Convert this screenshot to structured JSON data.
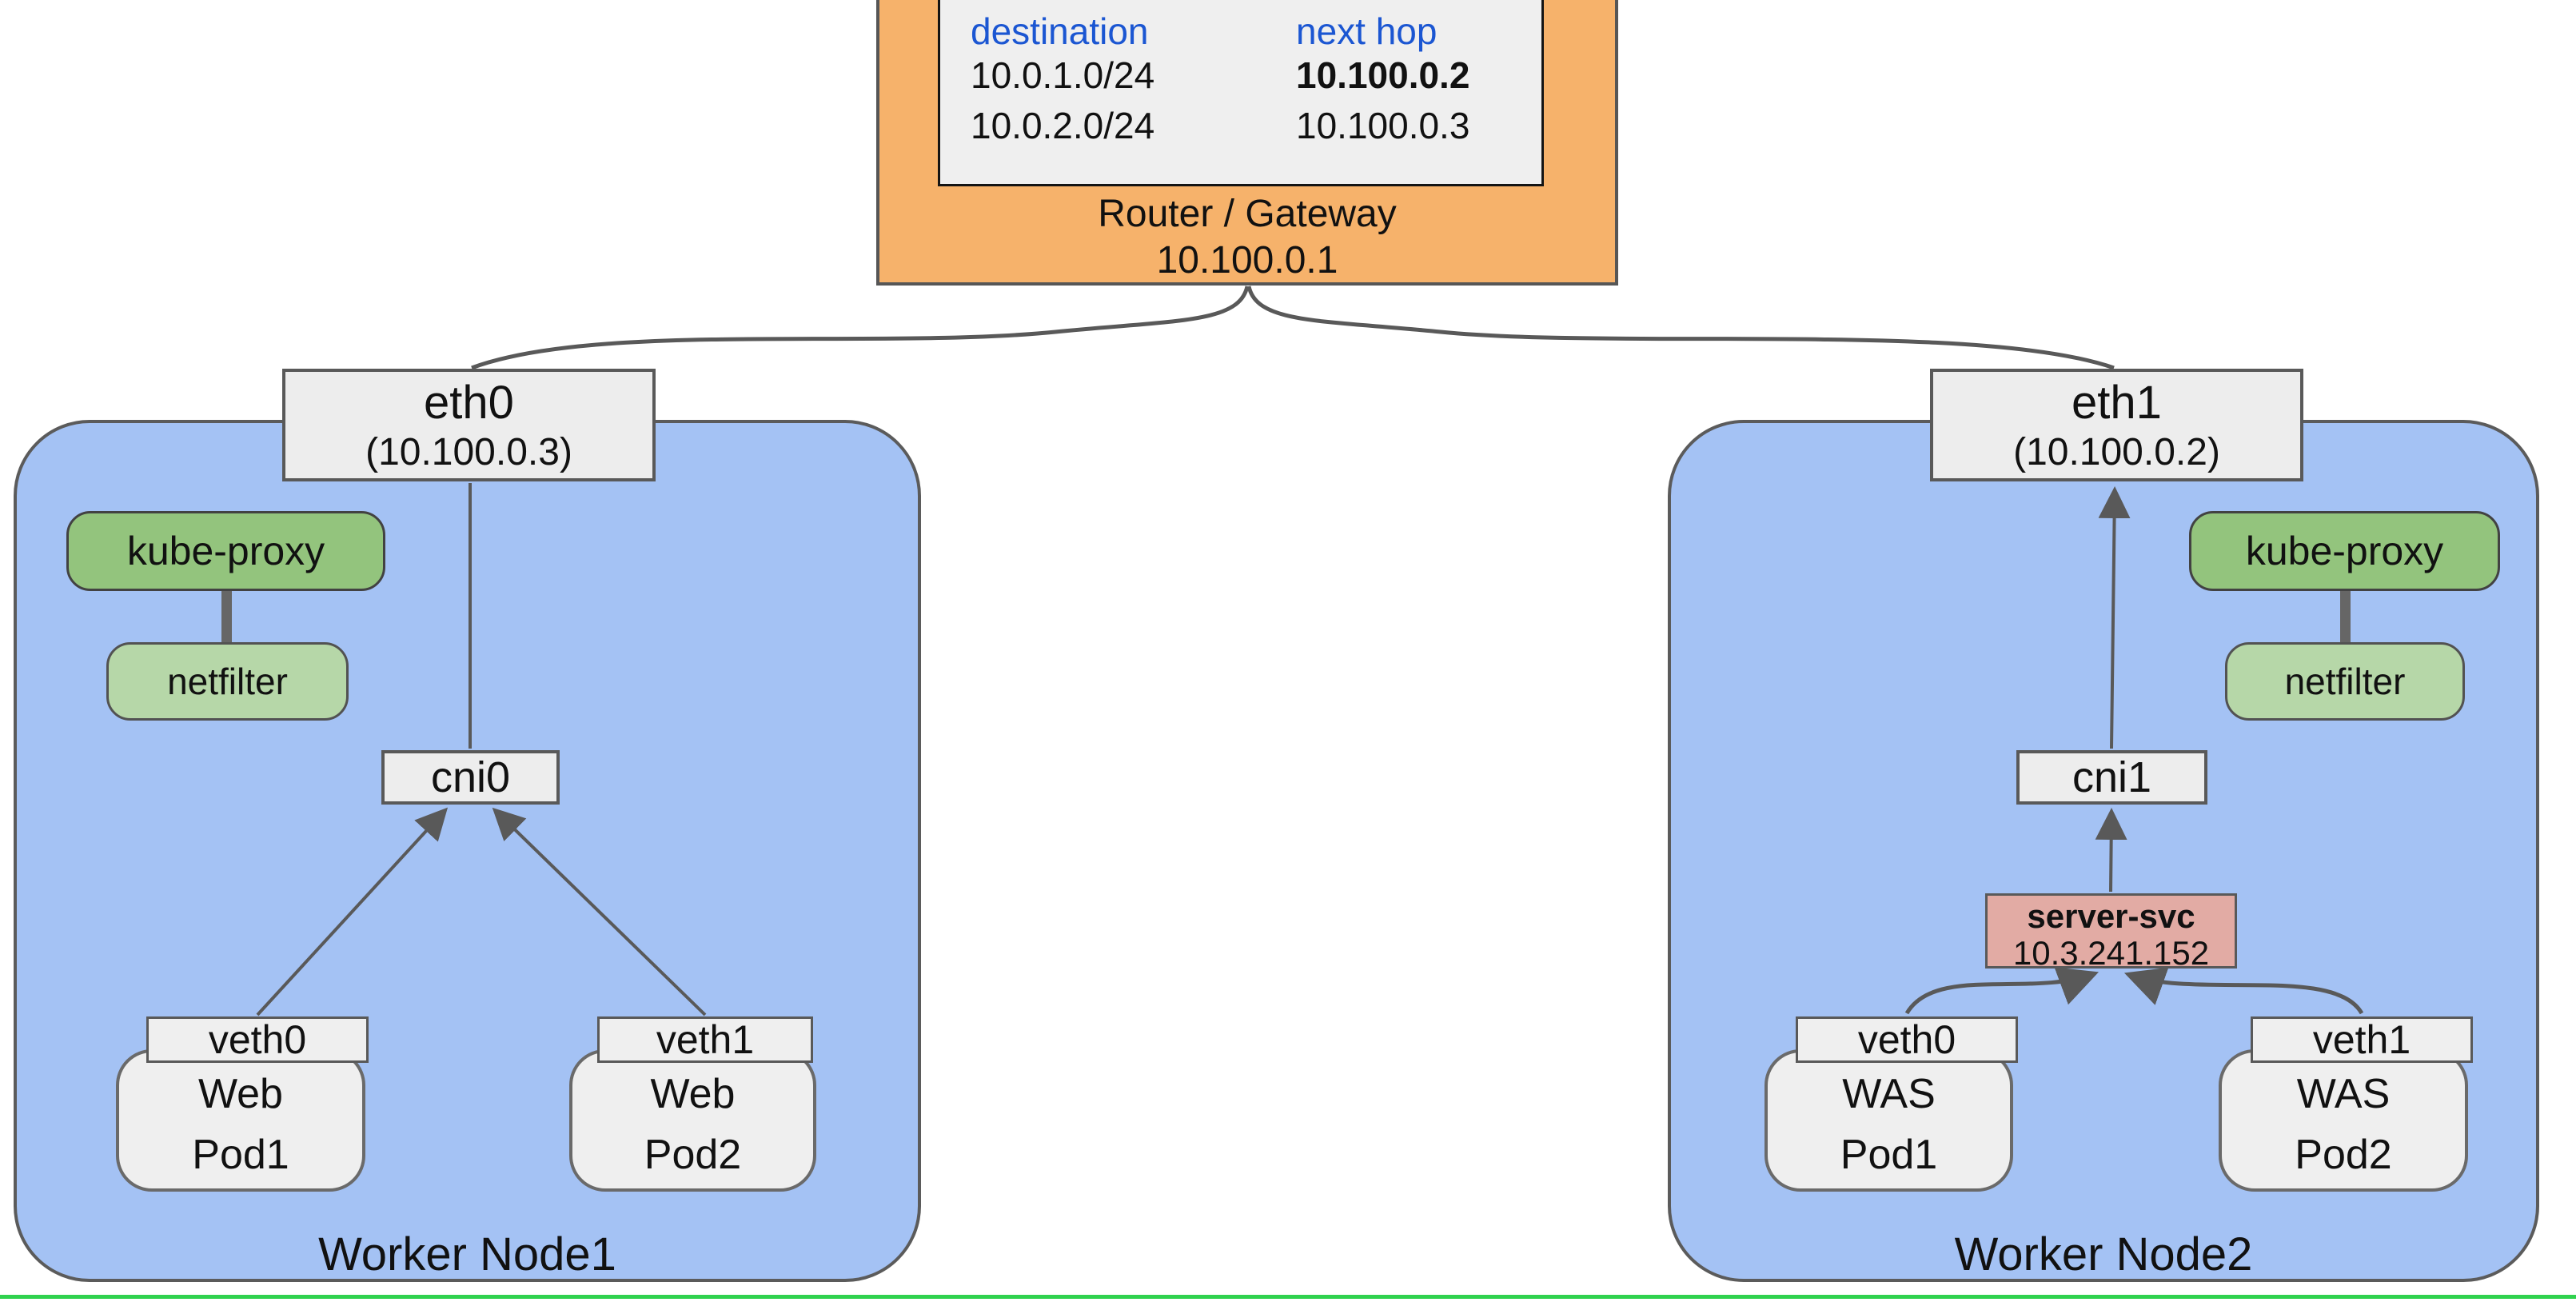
{
  "router": {
    "label": "Router / Gateway",
    "ip": "10.100.0.1",
    "table": {
      "col1": "destination",
      "col2": "next hop",
      "rows": [
        {
          "dest": "10.0.1.0/24",
          "hop": "10.100.0.2"
        },
        {
          "dest": "10.0.2.0/24",
          "hop": "10.100.0.3"
        }
      ]
    }
  },
  "node1": {
    "title": "Worker Node1",
    "eth_name": "eth0",
    "eth_ip": "(10.100.0.3)",
    "kube_proxy": "kube-proxy",
    "netfilter": "netfilter",
    "bridge": "cni0",
    "pods": [
      {
        "veth": "veth0",
        "app": "Web",
        "name": "Pod1"
      },
      {
        "veth": "veth1",
        "app": "Web",
        "name": "Pod2"
      }
    ]
  },
  "node2": {
    "title": "Worker Node2",
    "eth_name": "eth1",
    "eth_ip": "(10.100.0.2)",
    "kube_proxy": "kube-proxy",
    "netfilter": "netfilter",
    "bridge": "cni1",
    "service": {
      "name": "server-svc",
      "ip": "10.3.241.152"
    },
    "pods": [
      {
        "veth": "veth0",
        "app": "WAS",
        "name": "Pod1"
      },
      {
        "veth": "veth1",
        "app": "WAS",
        "name": "Pod2"
      }
    ]
  },
  "colors": {
    "router_fill": "#F6B26B",
    "node_fill": "#A4C2F4",
    "kube_proxy_fill": "#93C47D",
    "netfilter_fill": "#B6D7A8",
    "service_fill": "#E2ABA4",
    "box_fill": "#EFEFEF",
    "table_header_text": "#1B56D2",
    "wire": "#595959",
    "bottom_rule": "#2FD24E"
  }
}
